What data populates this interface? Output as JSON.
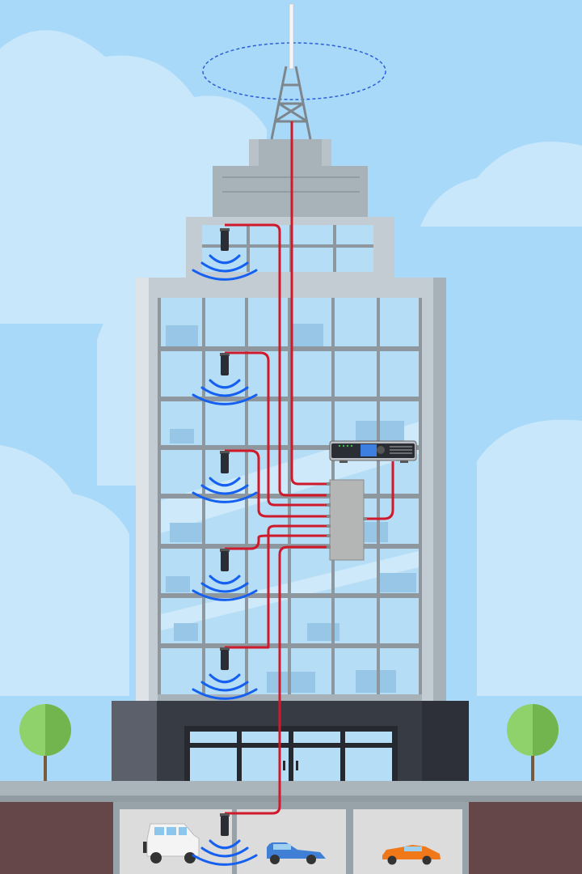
{
  "colors": {
    "sky": "#a9d9f9",
    "cloud": "#c9e7fb",
    "building_light": "#c3ccd3",
    "building_mid": "#a7b1b8",
    "glass": "#b6ddf6",
    "frame": "#8e979d",
    "ground_floor": "#373b44",
    "sidewalk": "#a9b4bb",
    "basement_wall": "#664749",
    "basement_room": "#dcdcdc",
    "cable": "#d0192b",
    "wave": "#1560f0",
    "antenna": "#2a2d33",
    "tree": "#7cc25a",
    "trunk": "#7a5a3a"
  },
  "indoor_antennas": [
    {
      "floor": "top"
    },
    {
      "floor": "upper"
    },
    {
      "floor": "middle"
    },
    {
      "floor": "lower-middle"
    },
    {
      "floor": "lower"
    },
    {
      "floor": "parking"
    }
  ],
  "cars": [
    {
      "color": "#f4f4f4"
    },
    {
      "color": "#3f7fd6"
    },
    {
      "color": "#f07818"
    }
  ]
}
